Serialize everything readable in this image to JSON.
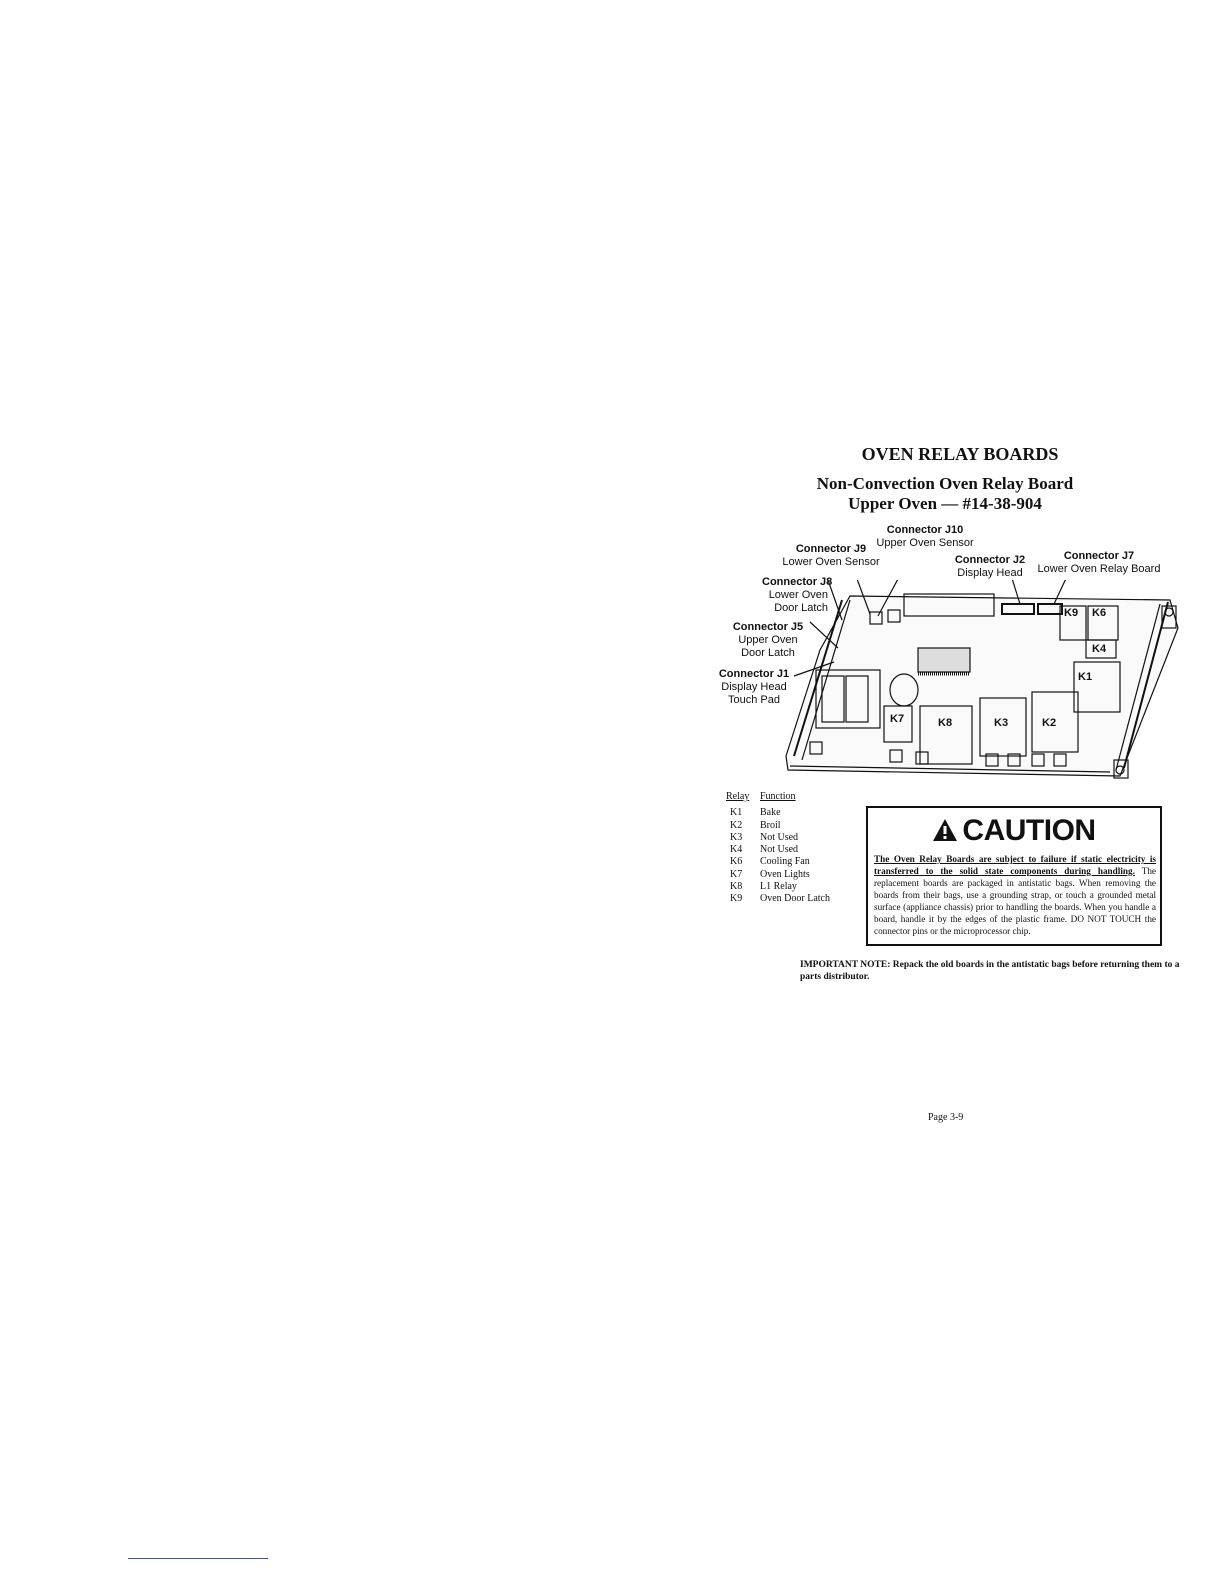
{
  "title": "OVEN RELAY BOARDS",
  "subtitle_line1": "Non-Convection Oven Relay Board",
  "subtitle_line2": "Upper Oven — #14-38-904",
  "diagram": {
    "callouts": [
      {
        "name": "Connector J10",
        "desc": "Upper Oven Sensor"
      },
      {
        "name": "Connector J9",
        "desc": "Lower Oven Sensor"
      },
      {
        "name": "Connector J2",
        "desc": "Display Head"
      },
      {
        "name": "Connector J7",
        "desc": "Lower Oven Relay Board"
      },
      {
        "name": "Connector J8",
        "desc_line1": "Lower Oven",
        "desc_line2": "Door Latch"
      },
      {
        "name": "Connector J5",
        "desc_line1": "Upper Oven",
        "desc_line2": "Door Latch"
      },
      {
        "name": "Connector J1",
        "desc_line1": "Display Head",
        "desc_line2": "Touch Pad"
      }
    ],
    "relay_labels": [
      "K9",
      "K6",
      "K4",
      "K1",
      "K7",
      "K8",
      "K3",
      "K2"
    ]
  },
  "relay_table": {
    "header_relay": "Relay",
    "header_function": "Function",
    "rows": [
      {
        "relay": "K1",
        "function": "Bake"
      },
      {
        "relay": "K2",
        "function": "Broil"
      },
      {
        "relay": "K3",
        "function": "Not Used"
      },
      {
        "relay": "K4",
        "function": "Not Used"
      },
      {
        "relay": "K6",
        "function": "Cooling Fan"
      },
      {
        "relay": "K7",
        "function": "Oven Lights"
      },
      {
        "relay": "K8",
        "function": "L1 Relay"
      },
      {
        "relay": "K9",
        "function": "Oven Door Latch"
      }
    ]
  },
  "caution": {
    "heading": "CAUTION",
    "underlined": "The Oven Relay Boards are subject to failure if static electricity is transferred to the solid state components during handling.",
    "body": " The replacement boards are packaged in antistatic bags. When removing the boards from their bags, use a grounding strap, or touch a grounded metal surface (appliance chassis) prior to handling the boards. When you handle a board, handle it by the edges of the plastic frame. DO NOT TOUCH the connector pins or the microprocessor chip."
  },
  "important_note": "IMPORTANT NOTE: Repack the old boards in the antistatic bags before returning them to a parts distributor.",
  "page_number": "Page 3-9"
}
